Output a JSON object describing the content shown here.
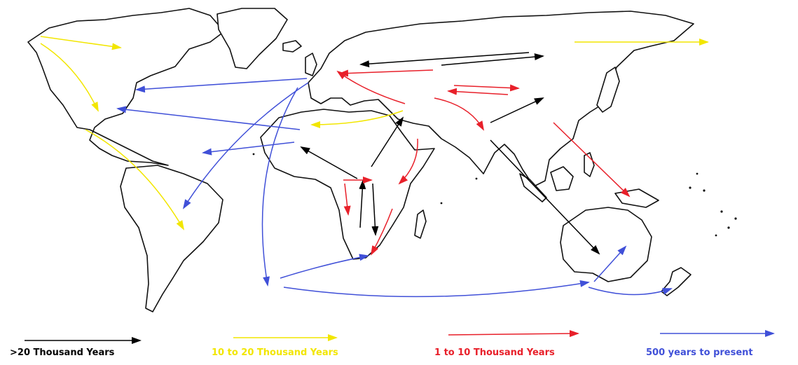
{
  "colors": {
    "over_20k": "#000000",
    "k10_20": "#f2e600",
    "k1_10": "#e8202a",
    "y500": "#4050d8"
  },
  "legend": [
    {
      "label": ">20 Thousand Years",
      "color": "#000000"
    },
    {
      "label": "10 to 20 Thousand Years",
      "color": "#f2e600"
    },
    {
      "label": "1 to 10 Thousand Years",
      "color": "#e8202a"
    },
    {
      "label": "500 years to present",
      "color": "#4050d8"
    }
  ]
}
